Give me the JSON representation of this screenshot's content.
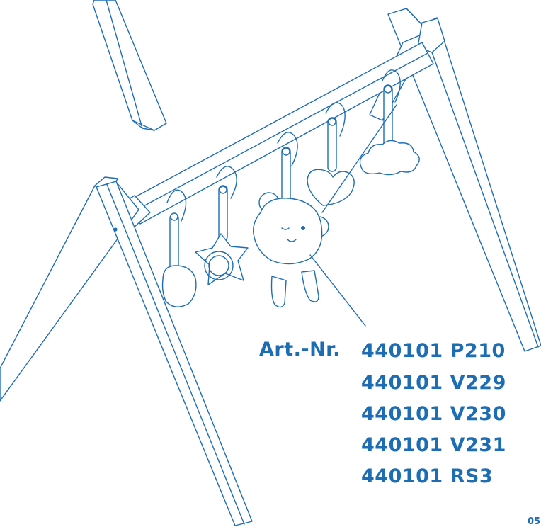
{
  "labels": {
    "article_prefix": "Art.-Nr.",
    "article_numbers": [
      "440101 P210",
      "440101 V229",
      "440101 V230",
      "440101 V231",
      "440101 RS3"
    ],
    "page_number": "05"
  },
  "colors": {
    "line": "#1d6db5",
    "background": "#ffffff"
  },
  "illustration": {
    "subject": "wooden baby play gym frame with hanging toys",
    "toys": [
      "rattle",
      "star-mirror",
      "teddy",
      "heart",
      "cloud"
    ]
  }
}
